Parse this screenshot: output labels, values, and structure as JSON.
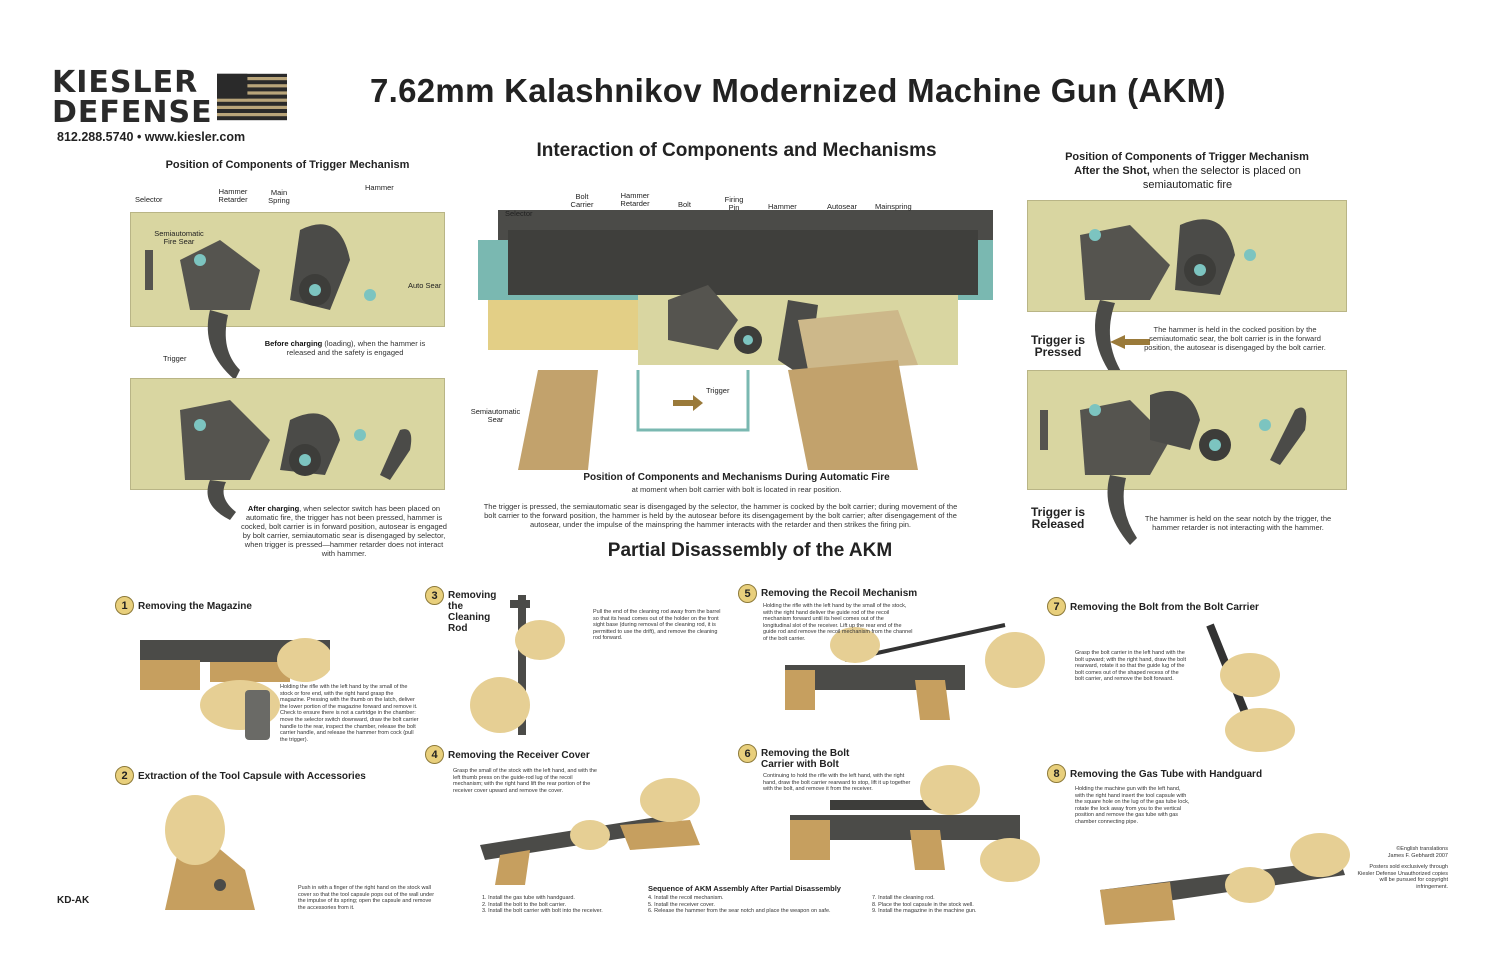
{
  "logo": {
    "line1": "KIESLER",
    "line2": "DEFENSE",
    "contact": "812.288.5740 • www.kiesler.com"
  },
  "title": "7.62mm Kalashnikov Modernized Machine Gun (AKM)",
  "left": {
    "heading": "Position of Components of Trigger Mechanism",
    "labels": {
      "selector": "Selector",
      "hammer_retarder": "Hammer Retarder",
      "main_spring": "Main Spring",
      "hammer": "Hammer",
      "semi_sear": "Semiautomatic Fire Sear",
      "auto_sear": "Auto Sear",
      "trigger": "Trigger"
    },
    "before_bold": "Before charging",
    "before_text": " (loading), when the hammer is released and the safety is engaged",
    "after_bold": "After charging",
    "after_text": ", when selector switch has been placed on automatic fire, the trigger has not been pressed, hammer is cocked, bolt carrier is in forward position, autosear is engaged by bolt carrier, semiautomatic sear is disengaged by selector, when trigger is pressed—hammer retarder does not interact with hammer."
  },
  "center": {
    "heading": "Interaction of Components and Mechanisms",
    "labels": {
      "selector": "Selector",
      "bolt_carrier": "Bolt Carrier",
      "hammer_retarder": "Hammer Retarder",
      "bolt": "Bolt",
      "firing_pin": "Firing Pin",
      "hammer": "Hammer",
      "autosear": "Autosear",
      "mainspring": "Mainspring",
      "trigger": "Trigger",
      "semi_sear": "Semiautomatic Sear"
    },
    "caption_title": "Position of Components and Mechanisms During Automatic Fire",
    "caption_sub": "at moment when bolt carrier with bolt is located in rear position.",
    "caption_body": "The trigger is pressed, the semiautomatic sear is disengaged by the selector, the hammer is cocked by the bolt carrier; during movement of the bolt carrier to the forward position, the hammer is held by the autosear before its disengagement by the bolt carrier; after disengagement of the autosear, under the impulse of the mainspring the hammer interacts with the retarder and then strikes the firing pin."
  },
  "right": {
    "heading_line1": "Position of Components of Trigger Mechanism",
    "heading_bold2": "After the Shot,",
    "heading_text2": " when the selector is placed on semiautomatic fire",
    "pressed_label": "Trigger is Pressed",
    "pressed_text": "The hammer is held in the cocked position by the semiautomatic sear, the bolt carrier is in the forward position, the autosear is disengaged by the bolt carrier.",
    "released_label": "Trigger is Released",
    "released_text": "The hammer is held on the sear notch by the trigger, the hammer retarder is not interacting with the hammer."
  },
  "disassembly": {
    "heading": "Partial Disassembly of the AKM",
    "steps": [
      {
        "num": "1",
        "title": "Removing the Magazine",
        "text": "Holding the rifle with the left hand by the small of the stock or fore end, with the right hand grasp the magazine. Pressing with the thumb on the latch, deliver the lower portion of the magazine forward and remove it. Check to ensure there is not a cartridge in the chamber: move the selector switch downward, draw the bolt carrier handle to the rear, inspect the chamber, release the bolt carrier handle, and release the hammer from cock (pull the trigger)."
      },
      {
        "num": "2",
        "title": "Extraction of the Tool Capsule with Accessories",
        "text": "Push in with a finger of the right hand on the stock wall cover so that the tool capsule pops out of the wall under the impulse of its spring; open the capsule and remove the accessories from it."
      },
      {
        "num": "3",
        "title": "Removing the Cleaning Rod",
        "text": "Pull the end of the cleaning rod away from the barrel so that its head comes out of the holder on the front sight base (during removal of the cleaning rod, it is permitted to use the drift), and remove the cleaning rod forward."
      },
      {
        "num": "4",
        "title": "Removing the Receiver Cover",
        "text": "Grasp the small of the stock with the left hand, and with the left thumb press on the guide-rod lug of the recoil mechanism; with the right hand lift the rear portion of the receiver cover upward and remove the cover."
      },
      {
        "num": "5",
        "title": "Removing the Recoil Mechanism",
        "text": "Holding the rifle with the left hand by the small of the stock, with the right hand deliver the guide rod of the recoil mechanism forward until its heel comes out of the longitudinal slot of the receiver. Lift up the rear end of the guide rod and remove the recoil mechanism from the channel of the bolt carrier."
      },
      {
        "num": "6",
        "title": "Removing the Bolt Carrier with Bolt",
        "text": "Continuing to hold the rifle with the left hand, with the right hand, draw the bolt carrier rearward to stop, lift it up together with the bolt, and remove it from the receiver."
      },
      {
        "num": "7",
        "title": "Removing the Bolt from the Bolt Carrier",
        "text": "Grasp the bolt carrier in the left hand with the bolt upward; with the right hand, draw the bolt rearward, rotate it so that the guide lug of the bolt comes out of the shaped recess of the bolt carrier, and remove the bolt forward."
      },
      {
        "num": "8",
        "title": "Removing the Gas Tube with Handguard",
        "text": "Holding the machine gun with the left hand, with the right hand insert the tool capsule with the square hole on the lug of the gas tube lock, rotate the lock away from you to the vertical position and remove the gas tube with gas chamber connecting pipe."
      }
    ]
  },
  "assembly": {
    "heading": "Sequence of AKM Assembly After Partial Disassembly",
    "items": [
      "1. Install the gas tube with handguard.",
      "2. Install the bolt to the bolt carrier.",
      "3. Install the bolt carrier with bolt into the receiver.",
      "4. Install the recoil mechanism.",
      "5. Install the receiver cover.",
      "6. Release the hammer from the sear notch and place the weapon on safe.",
      "7. Install the cleaning rod.",
      "8. Place the tool capsule in the stock well.",
      "9. Install the magazine in the machine gun."
    ]
  },
  "footer": {
    "code": "KD-AK",
    "copyright1": "©English translations",
    "copyright2": "James F. Gebhardt 2007",
    "notice": "Posters sold exclusively through Kiesler Defense Unauthorized copies will be pursued for copyright infringement."
  },
  "colors": {
    "olive": "#d9d6a1",
    "steel": "#4b4b48",
    "pin": "#7cc4c0",
    "wood": "#d7b77a",
    "hand": "#e6cf94"
  }
}
